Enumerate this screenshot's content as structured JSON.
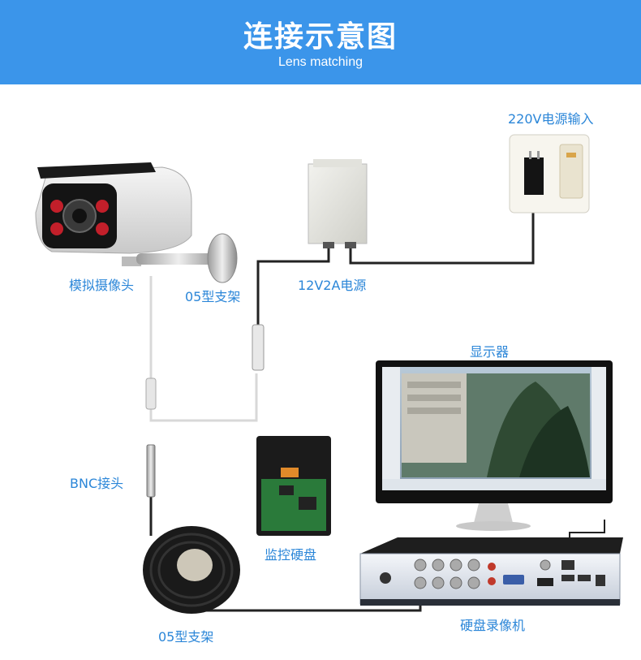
{
  "header": {
    "title": "连接示意图",
    "subtitle": "Lens matching"
  },
  "labels": {
    "power_input": "220V电源输入",
    "camera": "模拟摄像头",
    "bracket_top": "05型支架",
    "power_supply": "12V2A电源",
    "monitor": "显示器",
    "bnc": "BNC接头",
    "hdd": "监控硬盘",
    "bracket_bottom": "05型支架",
    "dvr": "硬盘录像机"
  },
  "colors": {
    "header_bg": "#3b95ea",
    "label_text": "#2b86d8",
    "cable_black": "#222222",
    "cable_white": "#d8d8d8"
  }
}
